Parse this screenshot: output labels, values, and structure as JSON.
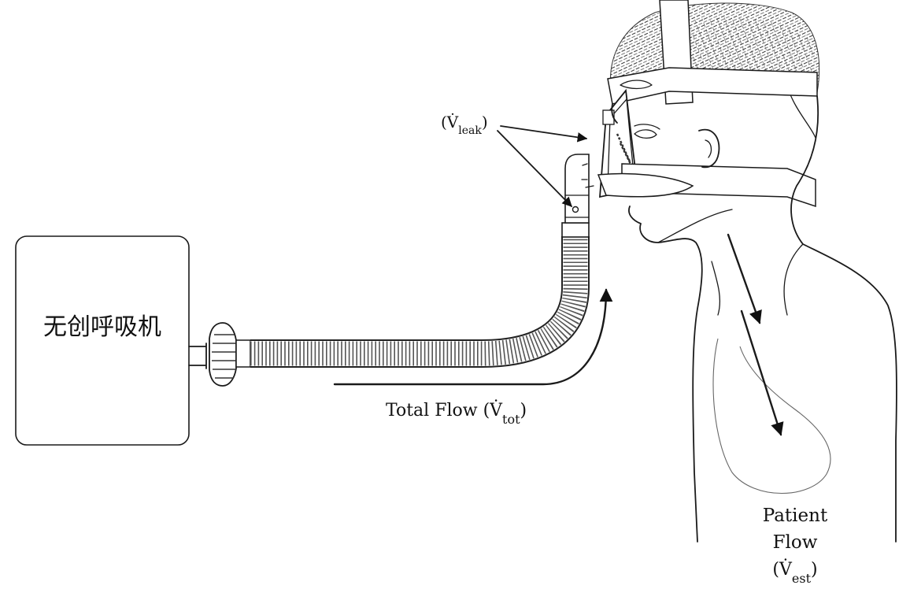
{
  "ventilator": {
    "label": "无创呼吸机"
  },
  "labels": {
    "leak": {
      "open": "(V̇",
      "sub": "leak",
      "close": ")"
    },
    "total": {
      "text": "Total Flow (V̇",
      "sub": "tot",
      "close": ")"
    },
    "patient": {
      "line1": "Patient",
      "line2": "Flow",
      "open": "(V̇",
      "sub": "est",
      "close": ")"
    }
  }
}
